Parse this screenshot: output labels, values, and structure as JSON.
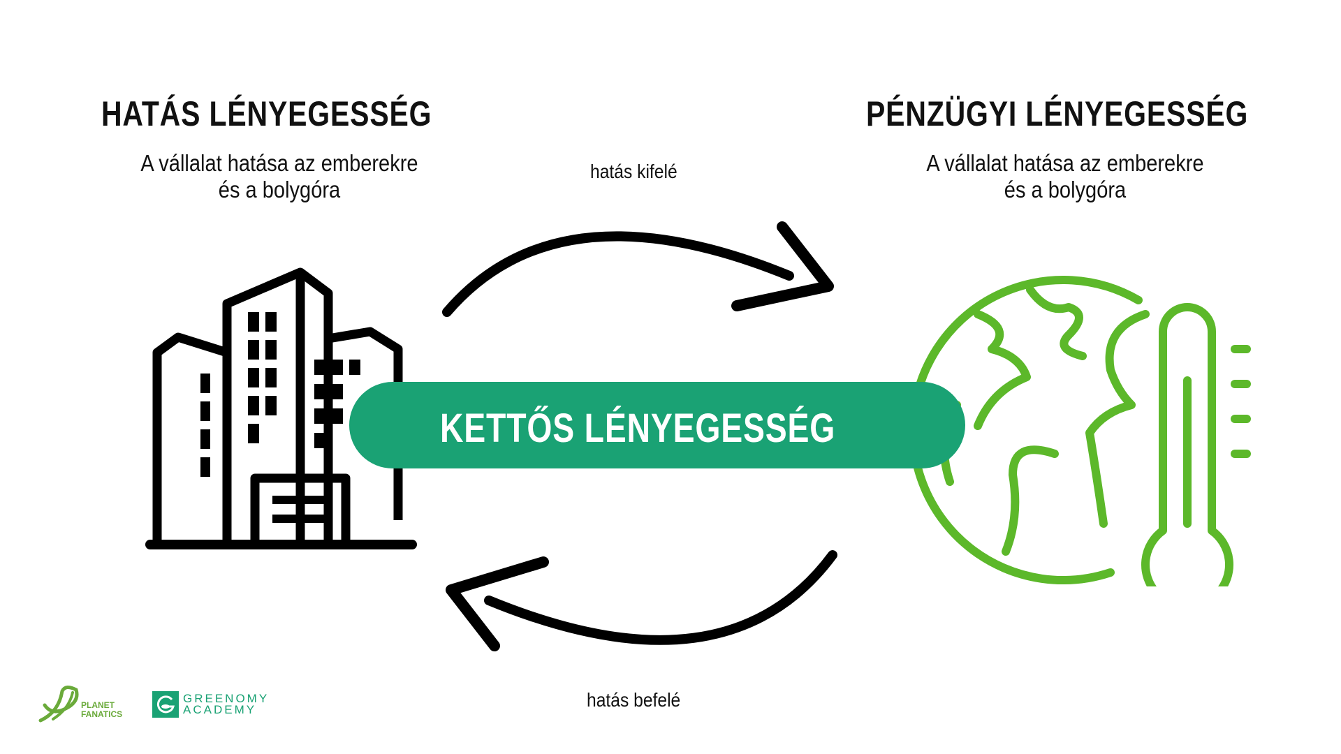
{
  "left": {
    "heading": "HATÁS LÉNYEGESSÉG",
    "subtitle_line1": "A vállalat hatása az emberekre",
    "subtitle_line2": "és a bolygóra"
  },
  "right": {
    "heading": "PÉNZÜGYI LÉNYEGESSÉG",
    "subtitle_line1": "A vállalat hatása az emberekre",
    "subtitle_line2": "és a bolygóra"
  },
  "center": {
    "title": "KETTŐS LÉNYEGESSÉG",
    "outward_label": "hatás kifelé",
    "inward_label": "hatás befelé"
  },
  "logos": {
    "planet_fanatics_line1": "PLANET",
    "planet_fanatics_line2": "FANATICS",
    "greenomy_line1": "GREENOMY",
    "greenomy_line2": "ACADEMY"
  },
  "colors": {
    "pill": "#1aa274",
    "globe": "#5cb82a",
    "text": "#111111"
  }
}
